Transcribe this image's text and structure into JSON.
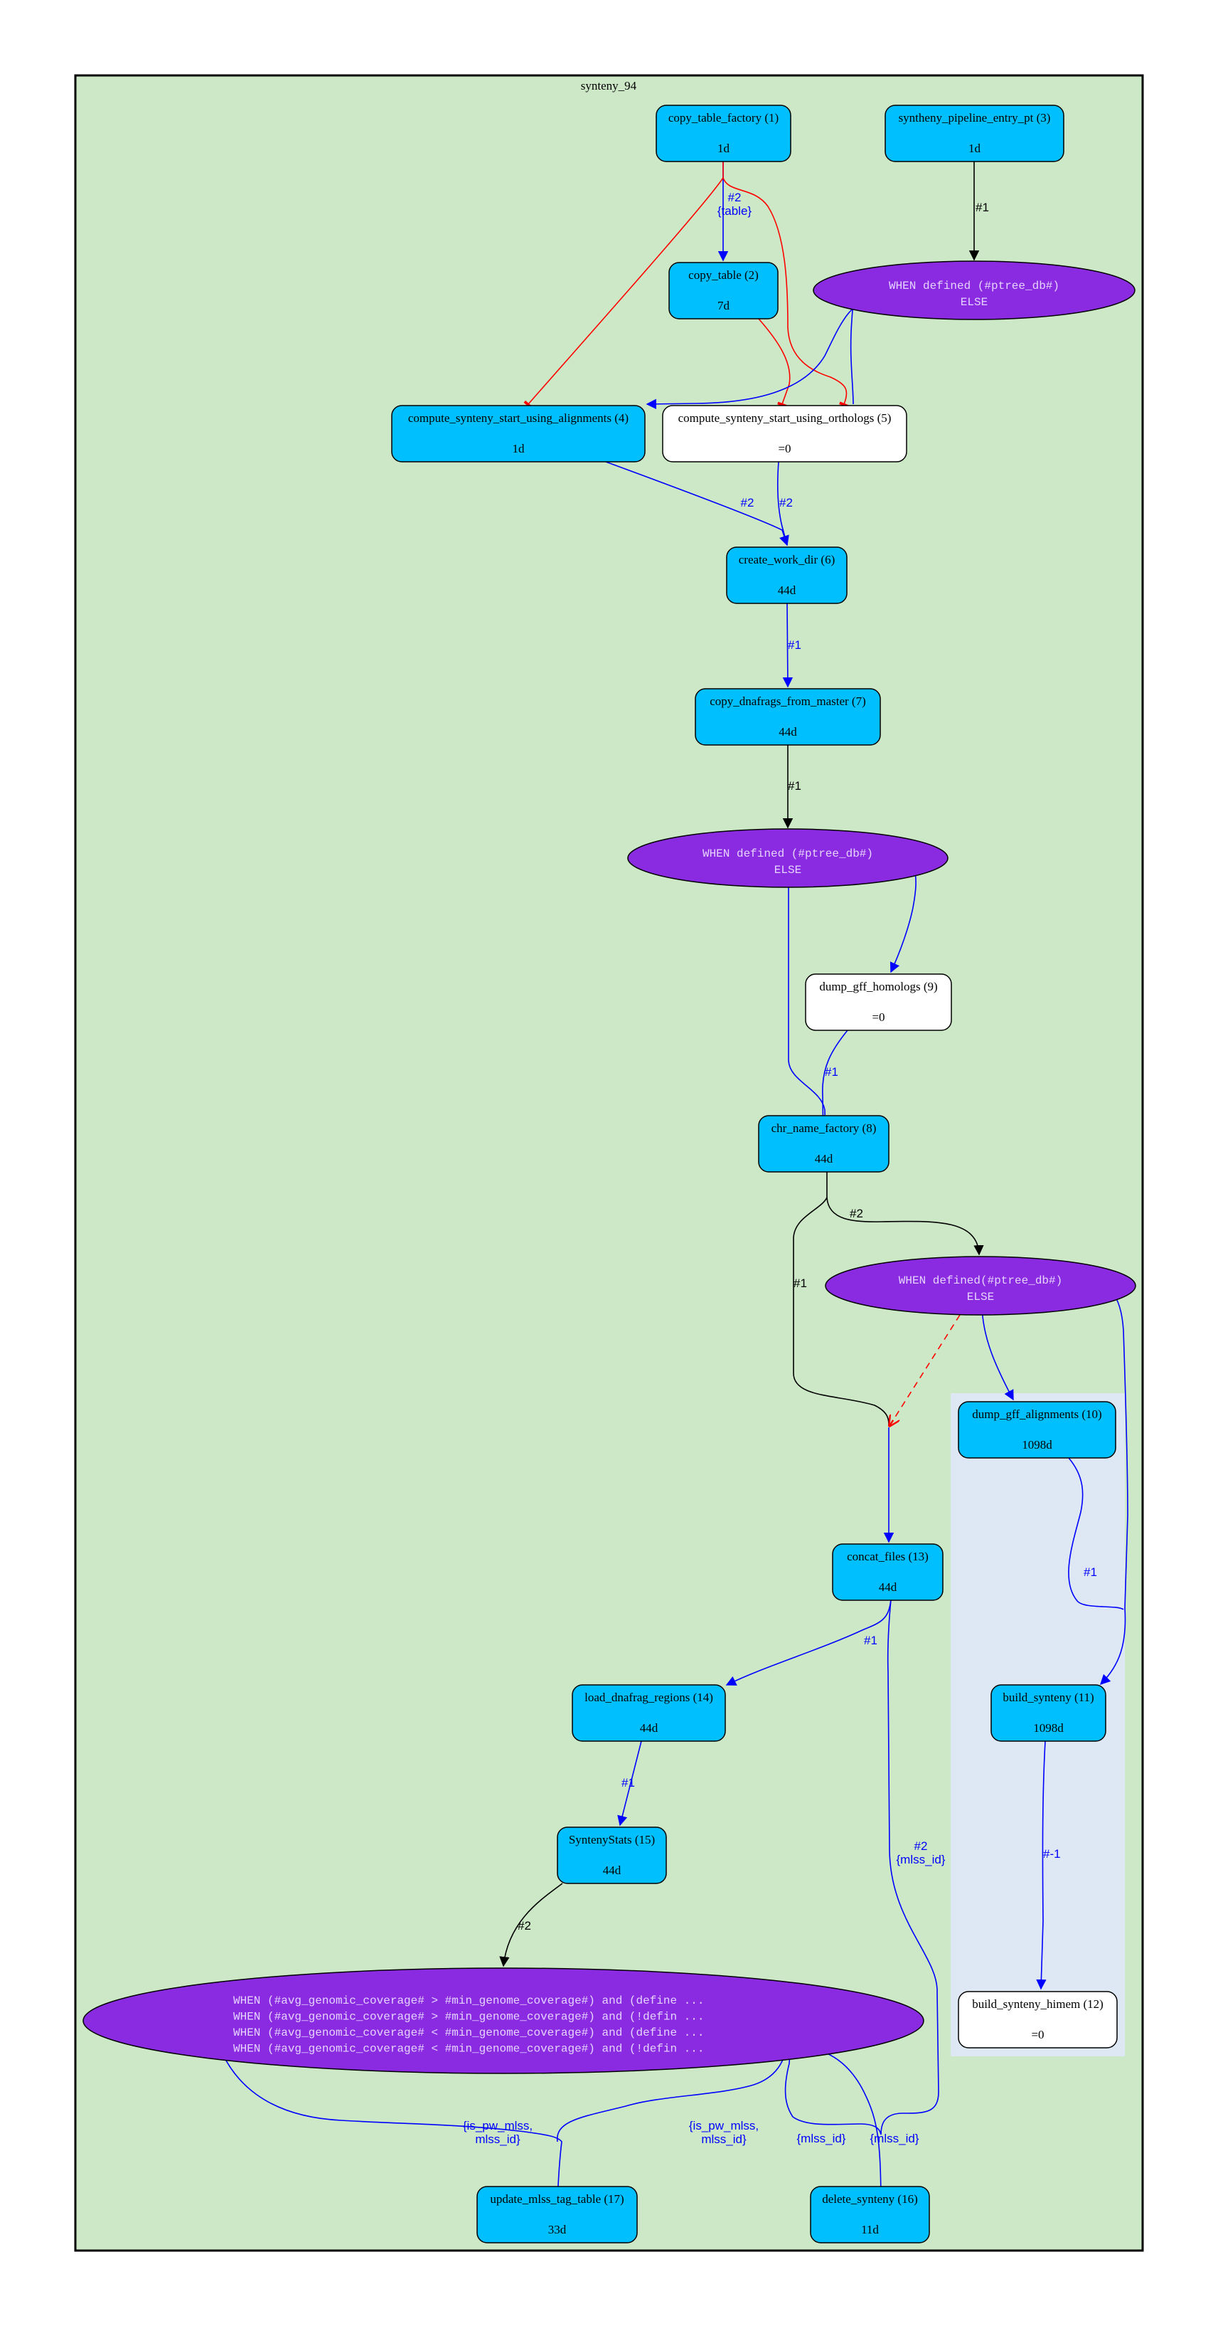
{
  "graph": {
    "title": "synteny_94",
    "colors": {
      "background": "#cde8c6",
      "cluster": "#dde8f4",
      "node_active": "#00bfff",
      "node_empty": "#ffffff",
      "condition": "#8a2be2",
      "condition_text": "#e6d3ff",
      "dataflow": "#0000ff",
      "control": "#000000",
      "semaphore": "#ff0000"
    }
  },
  "nodes": [
    {
      "id": "n1",
      "title": "copy_table_factory (1)",
      "status": "1d",
      "style": "active"
    },
    {
      "id": "n3",
      "title": "syntheny_pipeline_entry_pt (3)",
      "status": "1d",
      "style": "active"
    },
    {
      "id": "n2",
      "title": "copy_table (2)",
      "status": "7d",
      "style": "active"
    },
    {
      "id": "n4",
      "title": "compute_synteny_start_using_alignments (4)",
      "status": "1d",
      "style": "active"
    },
    {
      "id": "n5",
      "title": "compute_synteny_start_using_orthologs (5)",
      "status": "=0",
      "style": "empty"
    },
    {
      "id": "n6",
      "title": "create_work_dir (6)",
      "status": "44d",
      "style": "active"
    },
    {
      "id": "n7",
      "title": "copy_dnafrags_from_master (7)",
      "status": "44d",
      "style": "active"
    },
    {
      "id": "n9",
      "title": "dump_gff_homologs (9)",
      "status": "=0",
      "style": "empty"
    },
    {
      "id": "n8",
      "title": "chr_name_factory (8)",
      "status": "44d",
      "style": "active"
    },
    {
      "id": "n10",
      "title": "dump_gff_alignments (10)",
      "status": "1098d",
      "style": "active"
    },
    {
      "id": "n13",
      "title": "concat_files (13)",
      "status": "44d",
      "style": "active"
    },
    {
      "id": "n14",
      "title": "load_dnafrag_regions (14)",
      "status": "44d",
      "style": "active"
    },
    {
      "id": "n11",
      "title": "build_synteny (11)",
      "status": "1098d",
      "style": "active"
    },
    {
      "id": "n15",
      "title": "SyntenyStats (15)",
      "status": "44d",
      "style": "active"
    },
    {
      "id": "n12",
      "title": "build_synteny_himem (12)",
      "status": "=0",
      "style": "empty"
    },
    {
      "id": "n17",
      "title": "update_mlss_tag_table (17)",
      "status": "33d",
      "style": "active"
    },
    {
      "id": "n16",
      "title": "delete_synteny (16)",
      "status": "11d",
      "style": "active"
    }
  ],
  "conditions": [
    {
      "id": "c1",
      "lines": [
        "WHEN defined (#ptree_db#)",
        "ELSE"
      ]
    },
    {
      "id": "c2",
      "lines": [
        "WHEN defined (#ptree_db#)",
        "ELSE"
      ]
    },
    {
      "id": "c3",
      "lines": [
        "WHEN defined(#ptree_db#)",
        "ELSE"
      ]
    },
    {
      "id": "c4",
      "lines": [
        "WHEN (#avg_genomic_coverage# > #min_genome_coverage#) and (define ...",
        "WHEN (#avg_genomic_coverage# > #min_genome_coverage#) and (!defin ...",
        "WHEN (#avg_genomic_coverage# < #min_genome_coverage#) and (define ...",
        "WHEN (#avg_genomic_coverage# < #min_genome_coverage#) and (!defin ..."
      ]
    }
  ],
  "edge_labels": {
    "e_1_2": [
      "#2",
      "{table}"
    ],
    "e_3_c1": [
      "#1"
    ],
    "e_4_6": [
      "#2"
    ],
    "e_5_6": [
      "#2"
    ],
    "e_6_7": [
      "#1"
    ],
    "e_7_c2": [
      "#1"
    ],
    "e_9_8": [
      "#1"
    ],
    "e_8_c3": [
      "#2"
    ],
    "e_8_13": [
      "#1"
    ],
    "e_10_11": [
      "#1"
    ],
    "e_13_14": [
      "#1"
    ],
    "e_13_16": [
      "#2",
      "{mlss_id}"
    ],
    "e_14_15": [
      "#1"
    ],
    "e_11_12": [
      "#-1"
    ],
    "e_15_c4": [
      "#2"
    ],
    "e_c4_17a": [
      "{is_pw_mlss,",
      "mlss_id}"
    ],
    "e_c4_17b": [
      "{is_pw_mlss,",
      "mlss_id}"
    ],
    "e_c4_16a": [
      "{mlss_id}"
    ],
    "e_c4_16b": [
      "{mlss_id}"
    ]
  }
}
